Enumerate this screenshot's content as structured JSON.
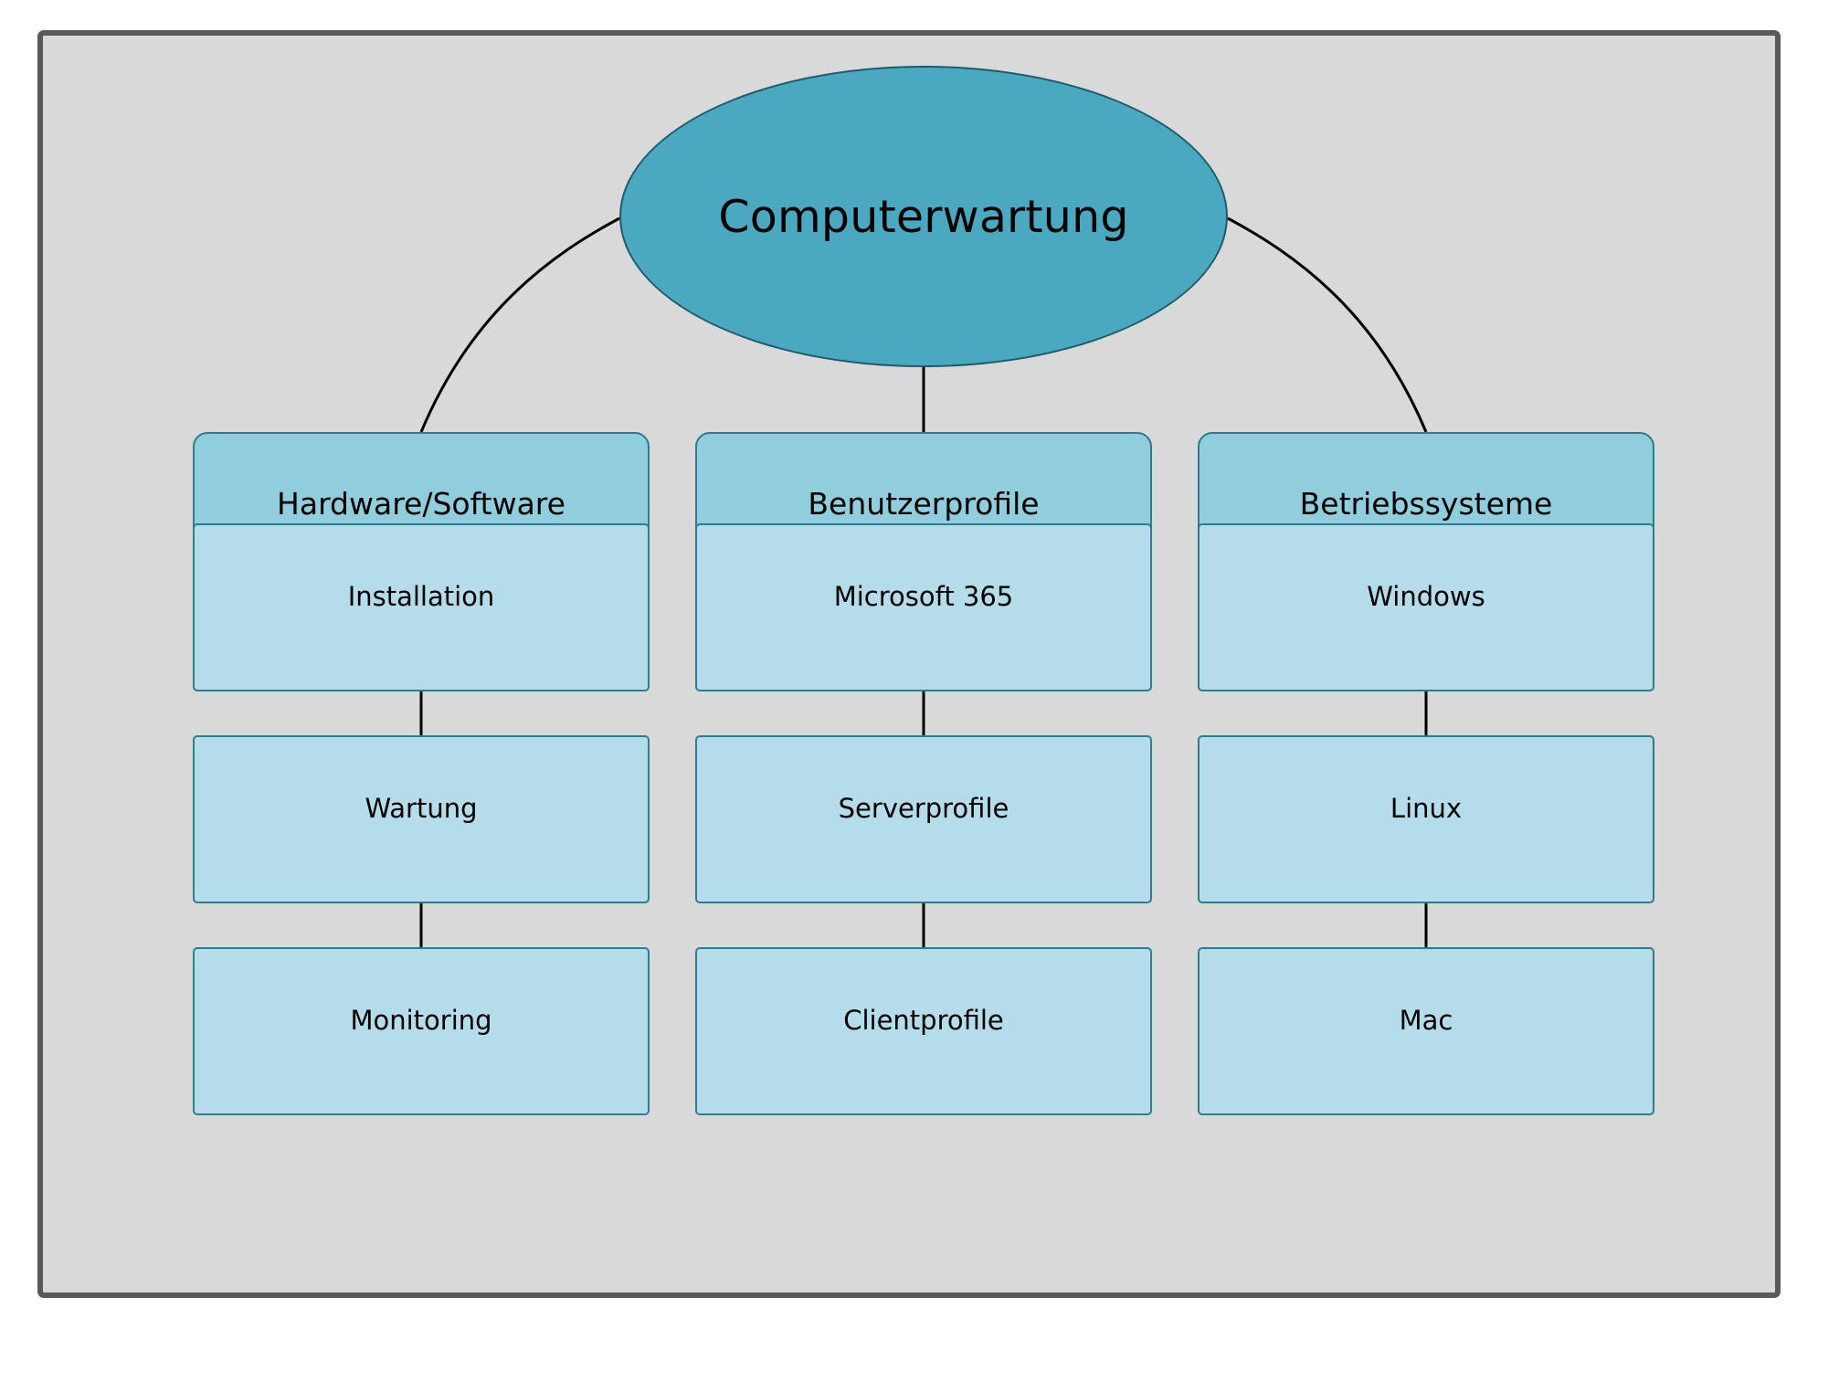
{
  "diagram": {
    "type": "hierarchy-tree",
    "title_node": {
      "label": "Computerwartung",
      "shape": "ellipse",
      "fill": "#4aa8c0",
      "border": "#1f5c6b"
    },
    "canvas": {
      "background": "#d9d9d9",
      "frame_border": "#595959",
      "page_background": "#ffffff"
    },
    "palette": {
      "level1_fill": "#90cedd",
      "level2_fill": "#b5dcea",
      "node_border": "#2d7c8f",
      "connector": "#000000"
    },
    "branches": [
      {
        "label": "Hardware/Software",
        "children": [
          {
            "label": "Installation"
          },
          {
            "label": "Wartung"
          },
          {
            "label": "Monitoring"
          }
        ]
      },
      {
        "label": "Benutzerprofile",
        "children": [
          {
            "label": "Microsoft 365"
          },
          {
            "label": "Serverprofile"
          },
          {
            "label": "Clientprofile"
          }
        ]
      },
      {
        "label": "Betriebssysteme",
        "children": [
          {
            "label": "Windows"
          },
          {
            "label": "Linux"
          },
          {
            "label": "Mac"
          }
        ]
      }
    ]
  }
}
